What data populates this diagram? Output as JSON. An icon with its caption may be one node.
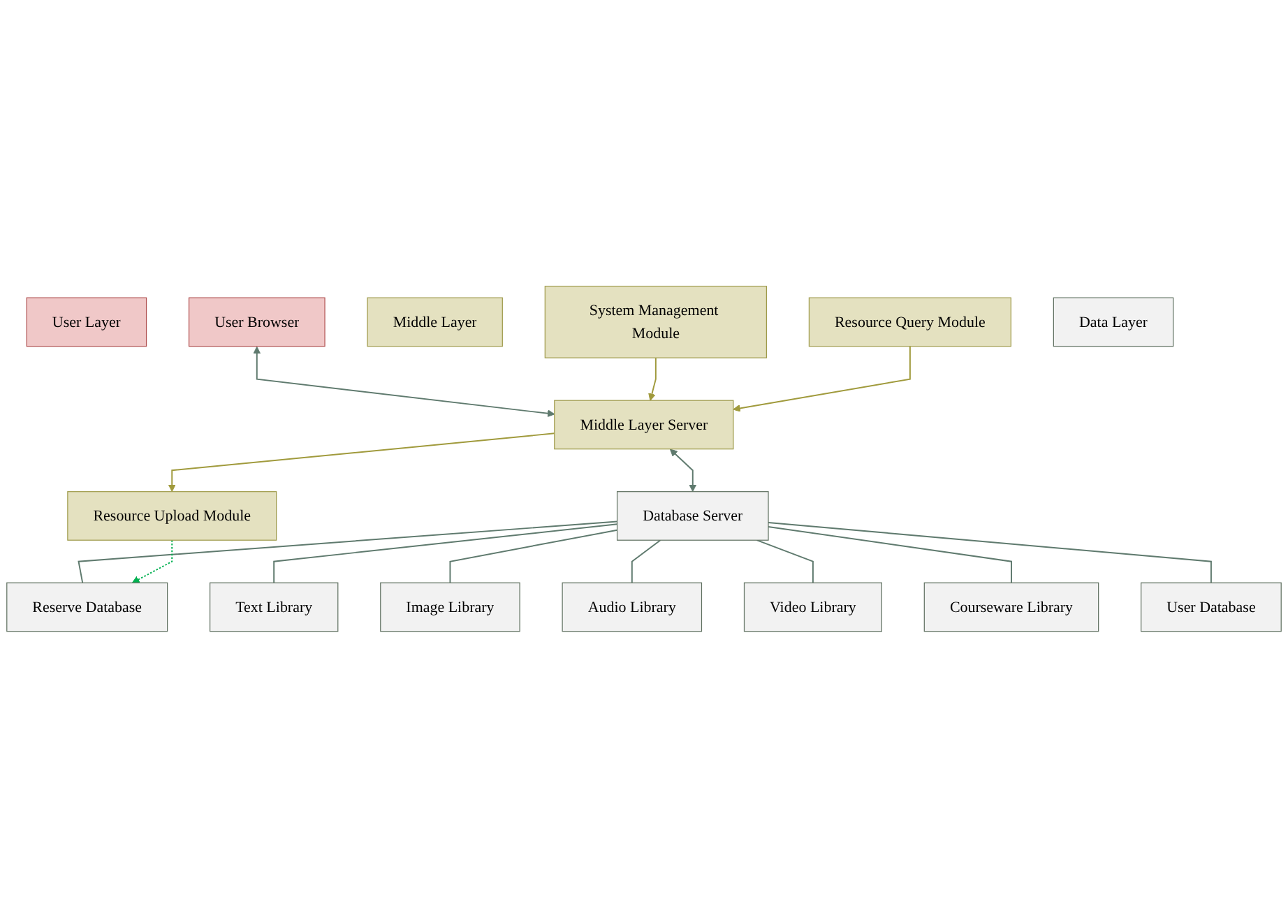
{
  "diagram": {
    "nodes": [
      {
        "text": [
          "User Layer"
        ]
      },
      {
        "text": [
          "User Browser"
        ]
      },
      {
        "text": [
          "Middle Layer"
        ]
      },
      {
        "text": [
          "System Management Module"
        ]
      },
      {
        "text": [
          "Resource Query Module"
        ]
      },
      {
        "text": [
          "Middle Layer Server"
        ]
      },
      {
        "text": [
          "Resource Upload Module"
        ]
      },
      {
        "text": [
          "Data Layer"
        ]
      },
      {
        "text": [
          "Database Server"
        ]
      },
      {
        "text": [
          "Text Library"
        ]
      },
      {
        "text": [
          "Image Library"
        ]
      },
      {
        "text": [
          "Audio Library"
        ]
      },
      {
        "text": [
          "Video Library"
        ]
      },
      {
        "text": [
          "Courseware Library"
        ]
      },
      {
        "text": [
          "User Database"
        ]
      },
      {
        "text": [
          "Reserve Database"
        ]
      }
    ],
    "edges": [
      {
        "from": 1,
        "to": 5,
        "arrow": "both"
      },
      {
        "from": 3,
        "to": 5,
        "arrow": "to",
        "color": "#a09a3c"
      },
      {
        "from": 4,
        "to": 5,
        "arrow": "to",
        "color": "#a09a3c"
      },
      {
        "from": 5,
        "to": 6,
        "arrow": "to",
        "color": "#a09a3c"
      },
      {
        "from": 5,
        "to": 8,
        "arrow": "both"
      },
      {
        "from": 8,
        "to": 9,
        "arrow": "none"
      },
      {
        "from": 8,
        "to": 10,
        "arrow": "none"
      },
      {
        "from": 8,
        "to": 11,
        "arrow": "none"
      },
      {
        "from": 8,
        "to": 12,
        "arrow": "none"
      },
      {
        "from": 8,
        "to": 13,
        "arrow": "none"
      },
      {
        "from": 8,
        "to": 14,
        "arrow": "none"
      },
      {
        "from": 8,
        "to": 15,
        "arrow": "none"
      },
      {
        "from": 6,
        "to": 15,
        "arrow": "to",
        "style": "dashed",
        "color": "#00b050"
      }
    ]
  }
}
